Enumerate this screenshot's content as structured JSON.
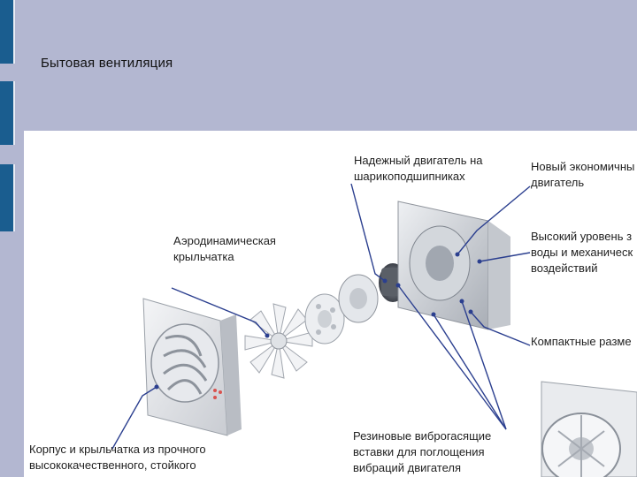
{
  "slide": {
    "title": "Бытовая вентиляция"
  },
  "diagram": {
    "labels": {
      "motor": "Надежный двигатель на\nшарикоподшипниках",
      "eco_motor": "Новый экономичны\nдвигатель",
      "protection": "Высокий уровень з\nводы и механическ\nвоздействий",
      "compact": "Компактные разме",
      "impeller": "Аэродинамическая\nкрыльчатка",
      "body": "Корпус и крыльчатка из прочного\nвысококачественного, стойкого",
      "rubber": "Резиновые виброгасящие\nвставки для поглощения\nвибраций двигателя"
    }
  },
  "colors": {
    "background": "#b3b7d1",
    "side_tab": "#1a5d8f",
    "leader_line": "#2b3f8f",
    "part_metal": "#d9dde3"
  }
}
